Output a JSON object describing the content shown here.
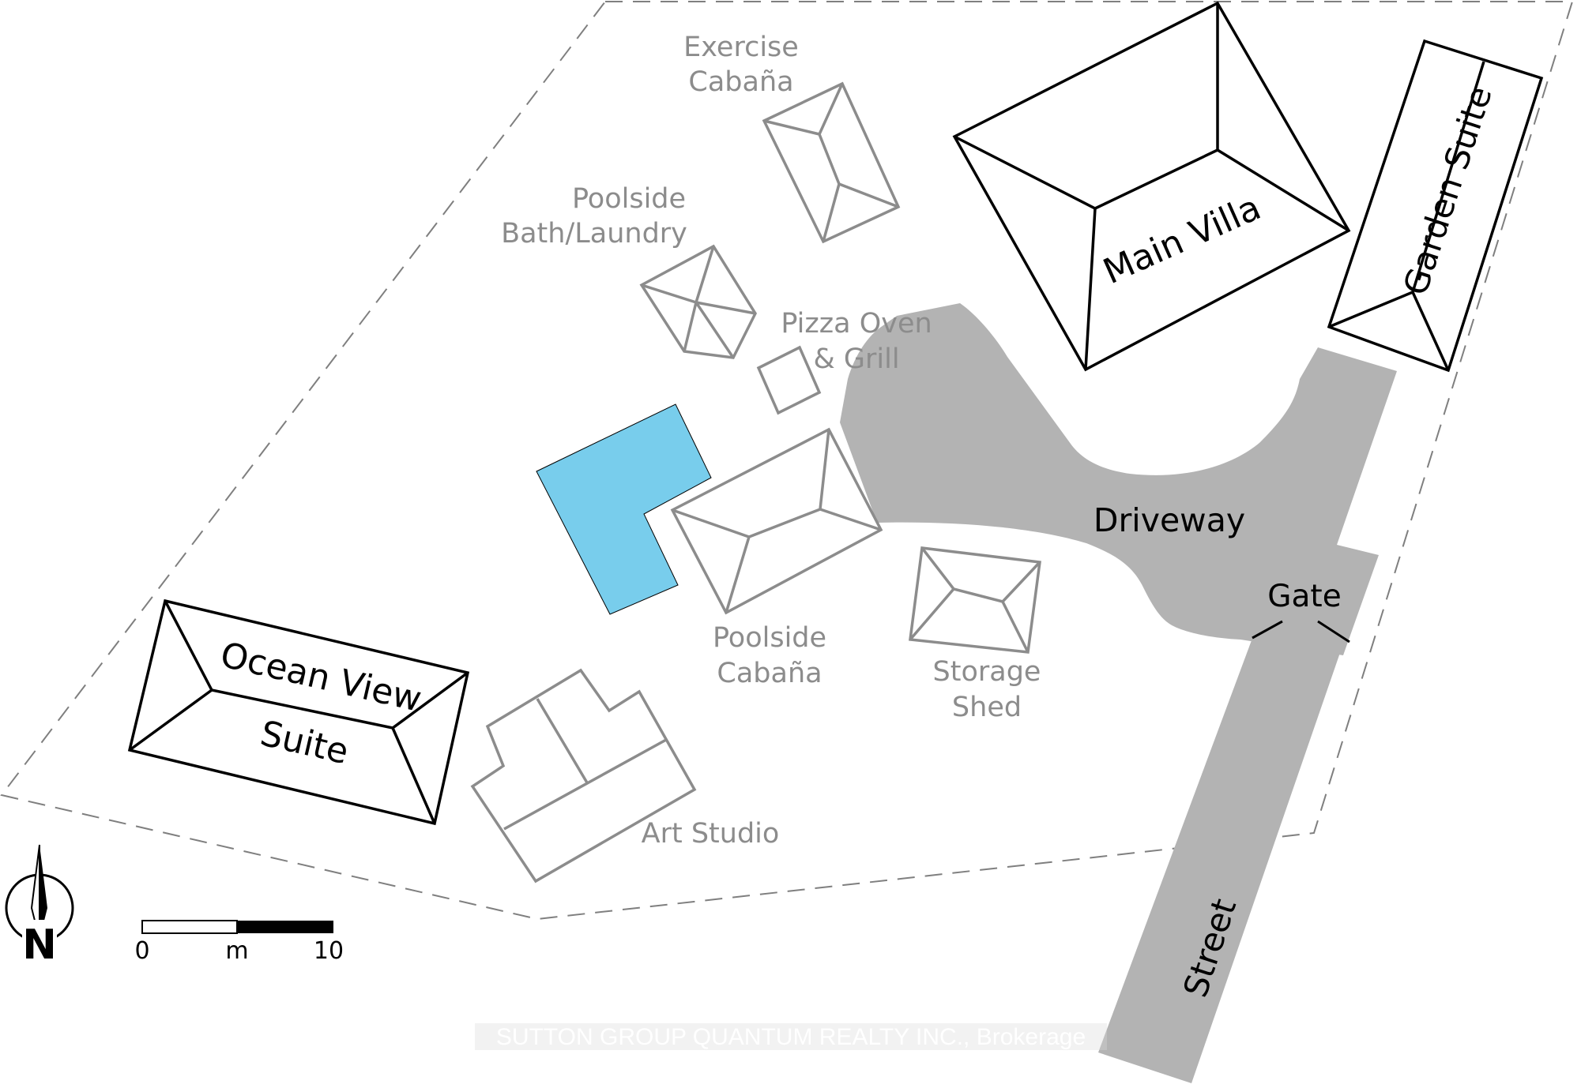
{
  "colors": {
    "pool": "#78cdec",
    "road": "#b3b3b3",
    "outline_black": "#000000",
    "outline_gray": "#8c8c8c",
    "boundary": "#7f7f7f"
  },
  "labels": {
    "exercise_1": "Exercise",
    "exercise_2": "Cabaña",
    "poolside_bath_1": "Poolside",
    "poolside_bath_2": "Bath/Laundry",
    "pizza_1": "Pizza Oven",
    "pizza_2": "& Grill",
    "main_villa": "Main Villa",
    "garden_suite": "Garden Suite",
    "driveway": "Driveway",
    "gate": "Gate",
    "poolside_cabana_1": "Poolside",
    "poolside_cabana_2": "Cabaña",
    "storage_1": "Storage",
    "storage_2": "Shed",
    "ocean_view_1": "Ocean View",
    "ocean_view_2": "Suite",
    "art_studio": "Art Studio",
    "street": "Street"
  },
  "scale_bar": {
    "start": "0",
    "unit": "m",
    "end": "10"
  },
  "north_arrow": {
    "letter": "N",
    "icon": "north-arrow-icon"
  },
  "watermark": "SUTTON GROUP QUANTUM REALTY INC., Brokerage"
}
